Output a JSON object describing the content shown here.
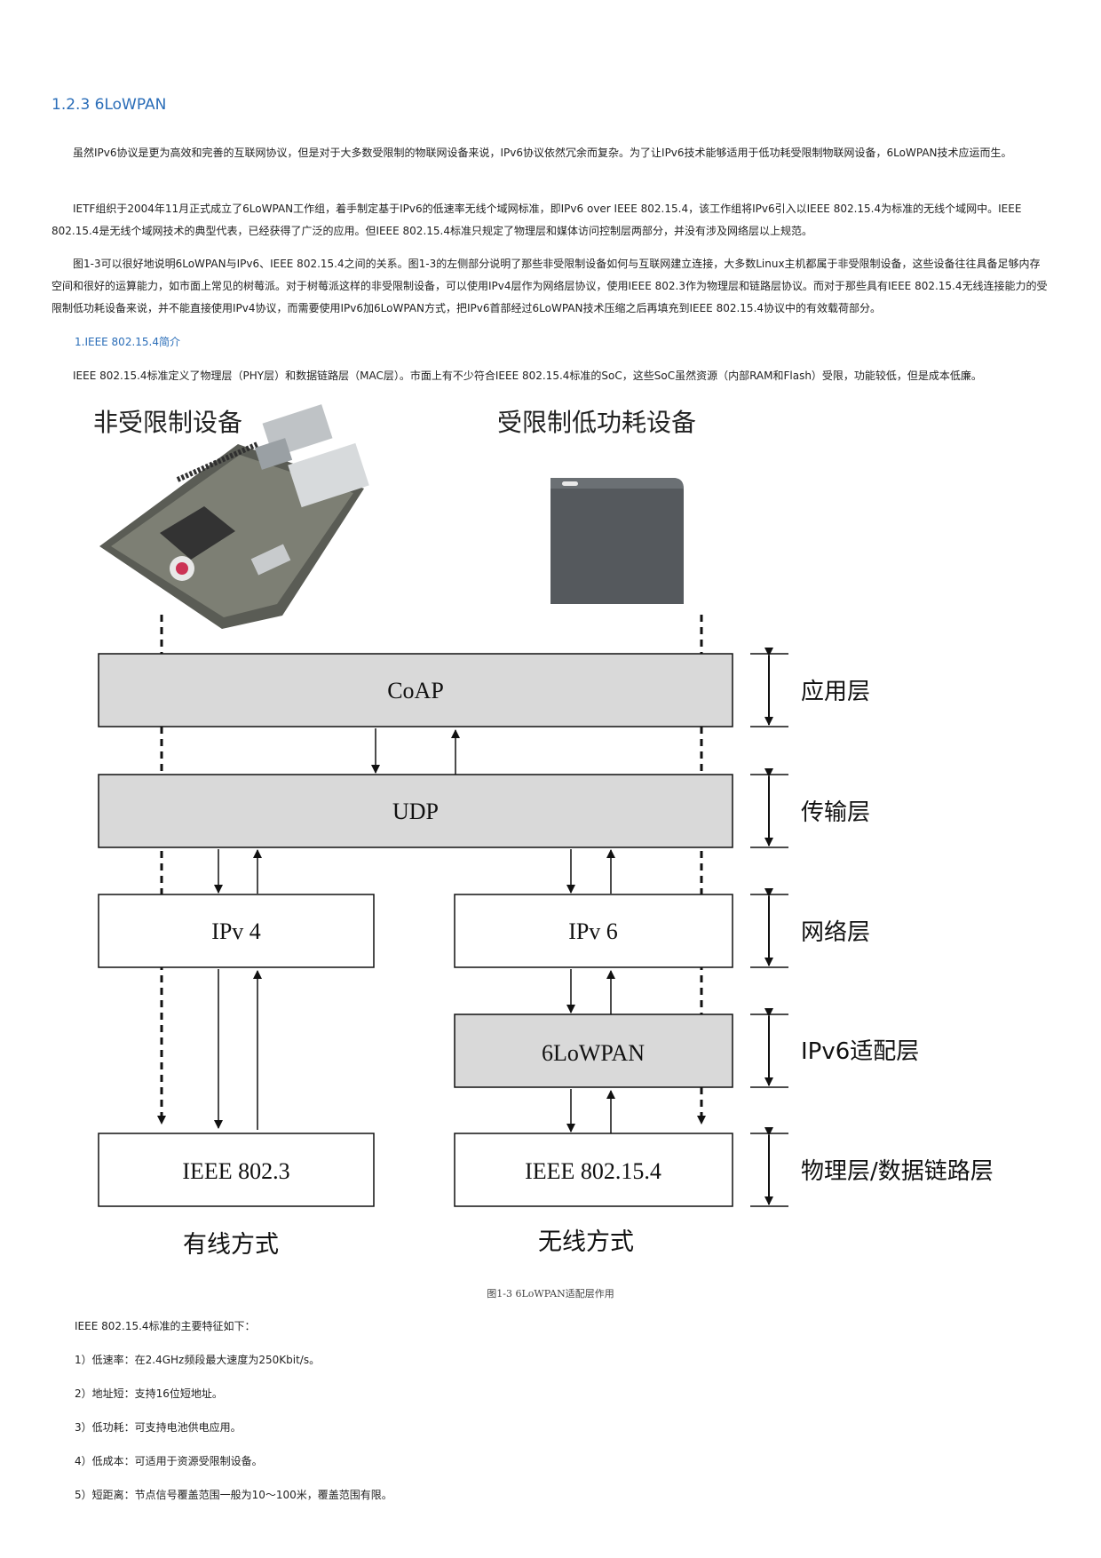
{
  "section_heading": "1.2.3   6LoWPAN",
  "paragraphs": [
    "虽然IPv6协议是更为高效和完善的互联网协议，但是对于大多数受限制的物联网设备来说，IPv6协议依然冗余而复杂。为了让IPv6技术能够适用于低功耗受限制物联网设备，6LoWPAN技术应运而生。",
    "IETF组织于2004年11月正式成立了6LoWPAN工作组，着手制定基于IPv6的低速率无线个域网标准，即IPv6 over IEEE 802.15.4，该工作组将IPv6引入以IEEE 802.15.4为标准的无线个域网中。IEEE 802.15.4是无线个域网技术的典型代表，已经获得了广泛的应用。但IEEE 802.15.4标准只规定了物理层和媒体访问控制层两部分，并没有涉及网络层以上规范。",
    "图1-3可以很好地说明6LoWPAN与IPv6、IEEE 802.15.4之间的关系。图1-3的左侧部分说明了那些非受限制设备如何与互联网建立连接，大多数Linux主机都属于非受限制设备，这些设备往往具备足够内存空间和很好的运算能力，如市面上常见的树莓派。对于树莓派这样的非受限制设备，可以使用IPv4层作为网络层协议，使用IEEE 802.3作为物理层和链路层协议。而对于那些具有IEEE 802.15.4无线连接能力的受限制低功耗设备来说，并不能直接使用IPv4协议，而需要使用IPv6加6LoWPAN方式，把IPv6首部经过6LoWPAN技术压缩之后再填充到IEEE 802.15.4协议中的有效载荷部分。"
  ],
  "subheading": "1.IEEE 802.15.4简介",
  "intro_paragraph": "IEEE 802.15.4标准定义了物理层（PHY层）和数据链路层（MAC层）。市面上有不少符合IEEE 802.15.4标准的SoC，这些SoC虽然资源（内部RAM和Flash）受限，功能较低，但是成本低廉。",
  "figure": {
    "left_device_label": "非受限制设备",
    "right_device_label": "受限制低功耗设备",
    "boxes": {
      "coap": "CoAP",
      "udp": "UDP",
      "ipv4": "IPv 4",
      "ipv6": "IPv 6",
      "sixlowpan": "6LoWPAN",
      "ieee8023": "IEEE 802.3",
      "ieee802154": "IEEE 802.15.4"
    },
    "layers": [
      "应用层",
      "传输层",
      "网络层",
      "IPv6适配层",
      "物理层/数据链路层"
    ],
    "bottom_left": "有线方式",
    "bottom_right": "无线方式",
    "colors": {
      "shaded_box": "#d9d9d9",
      "device_dark": "#55595d"
    }
  },
  "caption": "图1-3   6LoWPAN适配层作用",
  "features_title": "IEEE 802.15.4标准的主要特征如下：",
  "features": [
    "1）低速率：在2.4GHz频段最大速度为250Kbit/s。",
    "2）地址短：支持16位短地址。",
    "3）低功耗：可支持电池供电应用。",
    "4）低成本：可适用于资源受限制设备。",
    "5）短距离：节点信号覆盖范围一般为10～100米，覆盖范围有限。"
  ]
}
